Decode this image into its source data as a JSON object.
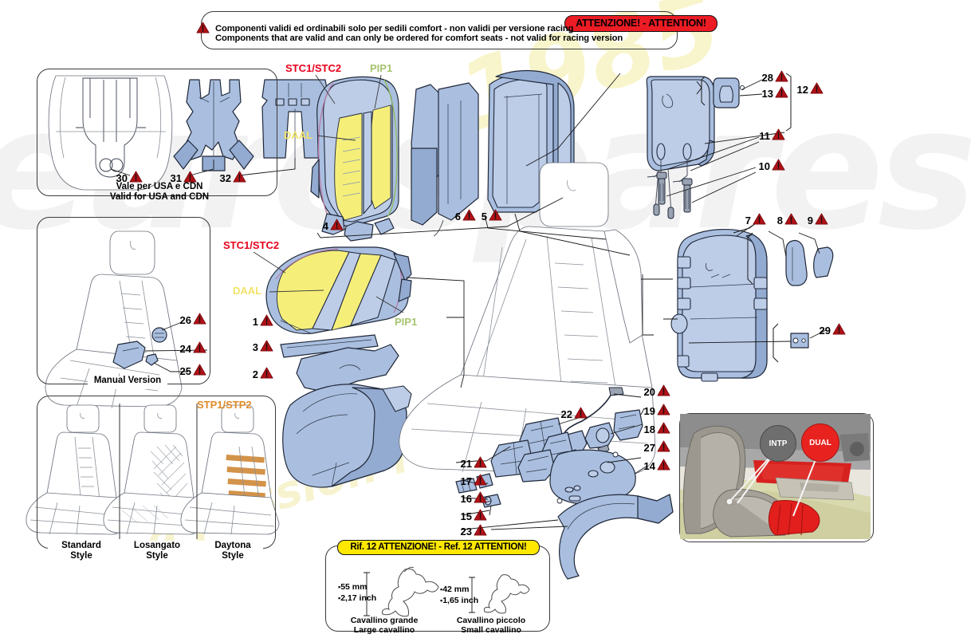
{
  "attention_banner": {
    "pill_label": "ATTENZIONE! - ATTENTION!",
    "line_it": "Componenti validi ed ordinabili solo per sedili comfort - non validi per versione  racing",
    "line_en": "Components that are valid and can only be ordered for comfort seats - not valid for racing  version",
    "warn_icon": "warning-triangle-icon"
  },
  "watermark": {
    "brand": "eurospares",
    "tagline": "a passion for parts",
    "year": "1985"
  },
  "usa_box": {
    "caption_it": "Vale per USA e CDN",
    "caption_en": "Valid for USA and CDN",
    "callouts": [
      {
        "num": "30"
      },
      {
        "num": "31"
      },
      {
        "num": "32"
      }
    ]
  },
  "manual_box": {
    "caption": "Manual Version",
    "callouts": [
      {
        "num": "26"
      },
      {
        "num": "24"
      },
      {
        "num": "25"
      }
    ]
  },
  "styles_box": {
    "code_label": "STP1/STP2",
    "items": [
      {
        "line1": "Standard",
        "line2": "Style"
      },
      {
        "line1": "Losangato",
        "line2": "Style"
      },
      {
        "line1": "Daytona",
        "line2": "Style"
      }
    ]
  },
  "rif12_box": {
    "pill_label": "Rif. 12 ATTENZIONE! - Ref. 12 ATTENTION!",
    "large": {
      "mm": "55 mm",
      "inch": "2,17 inch",
      "name_it": "Cavallino grande",
      "name_en": "Large cavallino"
    },
    "small": {
      "mm": "42 mm",
      "inch": "1,65 inch",
      "name_it": "Cavallino piccolo",
      "name_en": "Small cavallino"
    }
  },
  "inset_photo": {
    "chips": [
      {
        "label": "INTP",
        "color": "#6e6e6e"
      },
      {
        "label": "DUAL",
        "color": "#e8231f"
      }
    ]
  },
  "codes": {
    "backrest_stc": "STC1/STC2",
    "backrest_pip": "PIP1",
    "backrest_daal": "DAAL",
    "cushion_stc": "STC1/STC2",
    "cushion_daal": "DAAL",
    "cushion_pip": "PIP1"
  },
  "callouts": {
    "backrest_cover": [
      {
        "num": "4"
      },
      {
        "num": "6"
      },
      {
        "num": "5"
      }
    ],
    "cushion_cover": [
      {
        "num": "1"
      },
      {
        "num": "3"
      },
      {
        "num": "2"
      }
    ],
    "headrest": [
      {
        "num": "28"
      },
      {
        "num": "13"
      },
      {
        "num": "12"
      },
      {
        "num": "11"
      },
      {
        "num": "10"
      }
    ],
    "back_panel": [
      {
        "num": "7"
      },
      {
        "num": "8"
      },
      {
        "num": "9"
      },
      {
        "num": "29"
      }
    ],
    "hardware": [
      {
        "num": "20"
      },
      {
        "num": "19"
      },
      {
        "num": "18"
      },
      {
        "num": "27"
      },
      {
        "num": "14"
      },
      {
        "num": "22"
      },
      {
        "num": "21"
      },
      {
        "num": "17"
      },
      {
        "num": "16"
      },
      {
        "num": "15"
      },
      {
        "num": "23"
      }
    ]
  },
  "colors": {
    "part_blue": "#a8bede",
    "part_blue_dark": "#8fa8cd",
    "highlight_yellow": "#f5ef7a",
    "alert_red": "#ed1c24",
    "alert_yellow": "#ffe800",
    "outline": "#1b2433",
    "warn_triangle": "#b01116"
  }
}
